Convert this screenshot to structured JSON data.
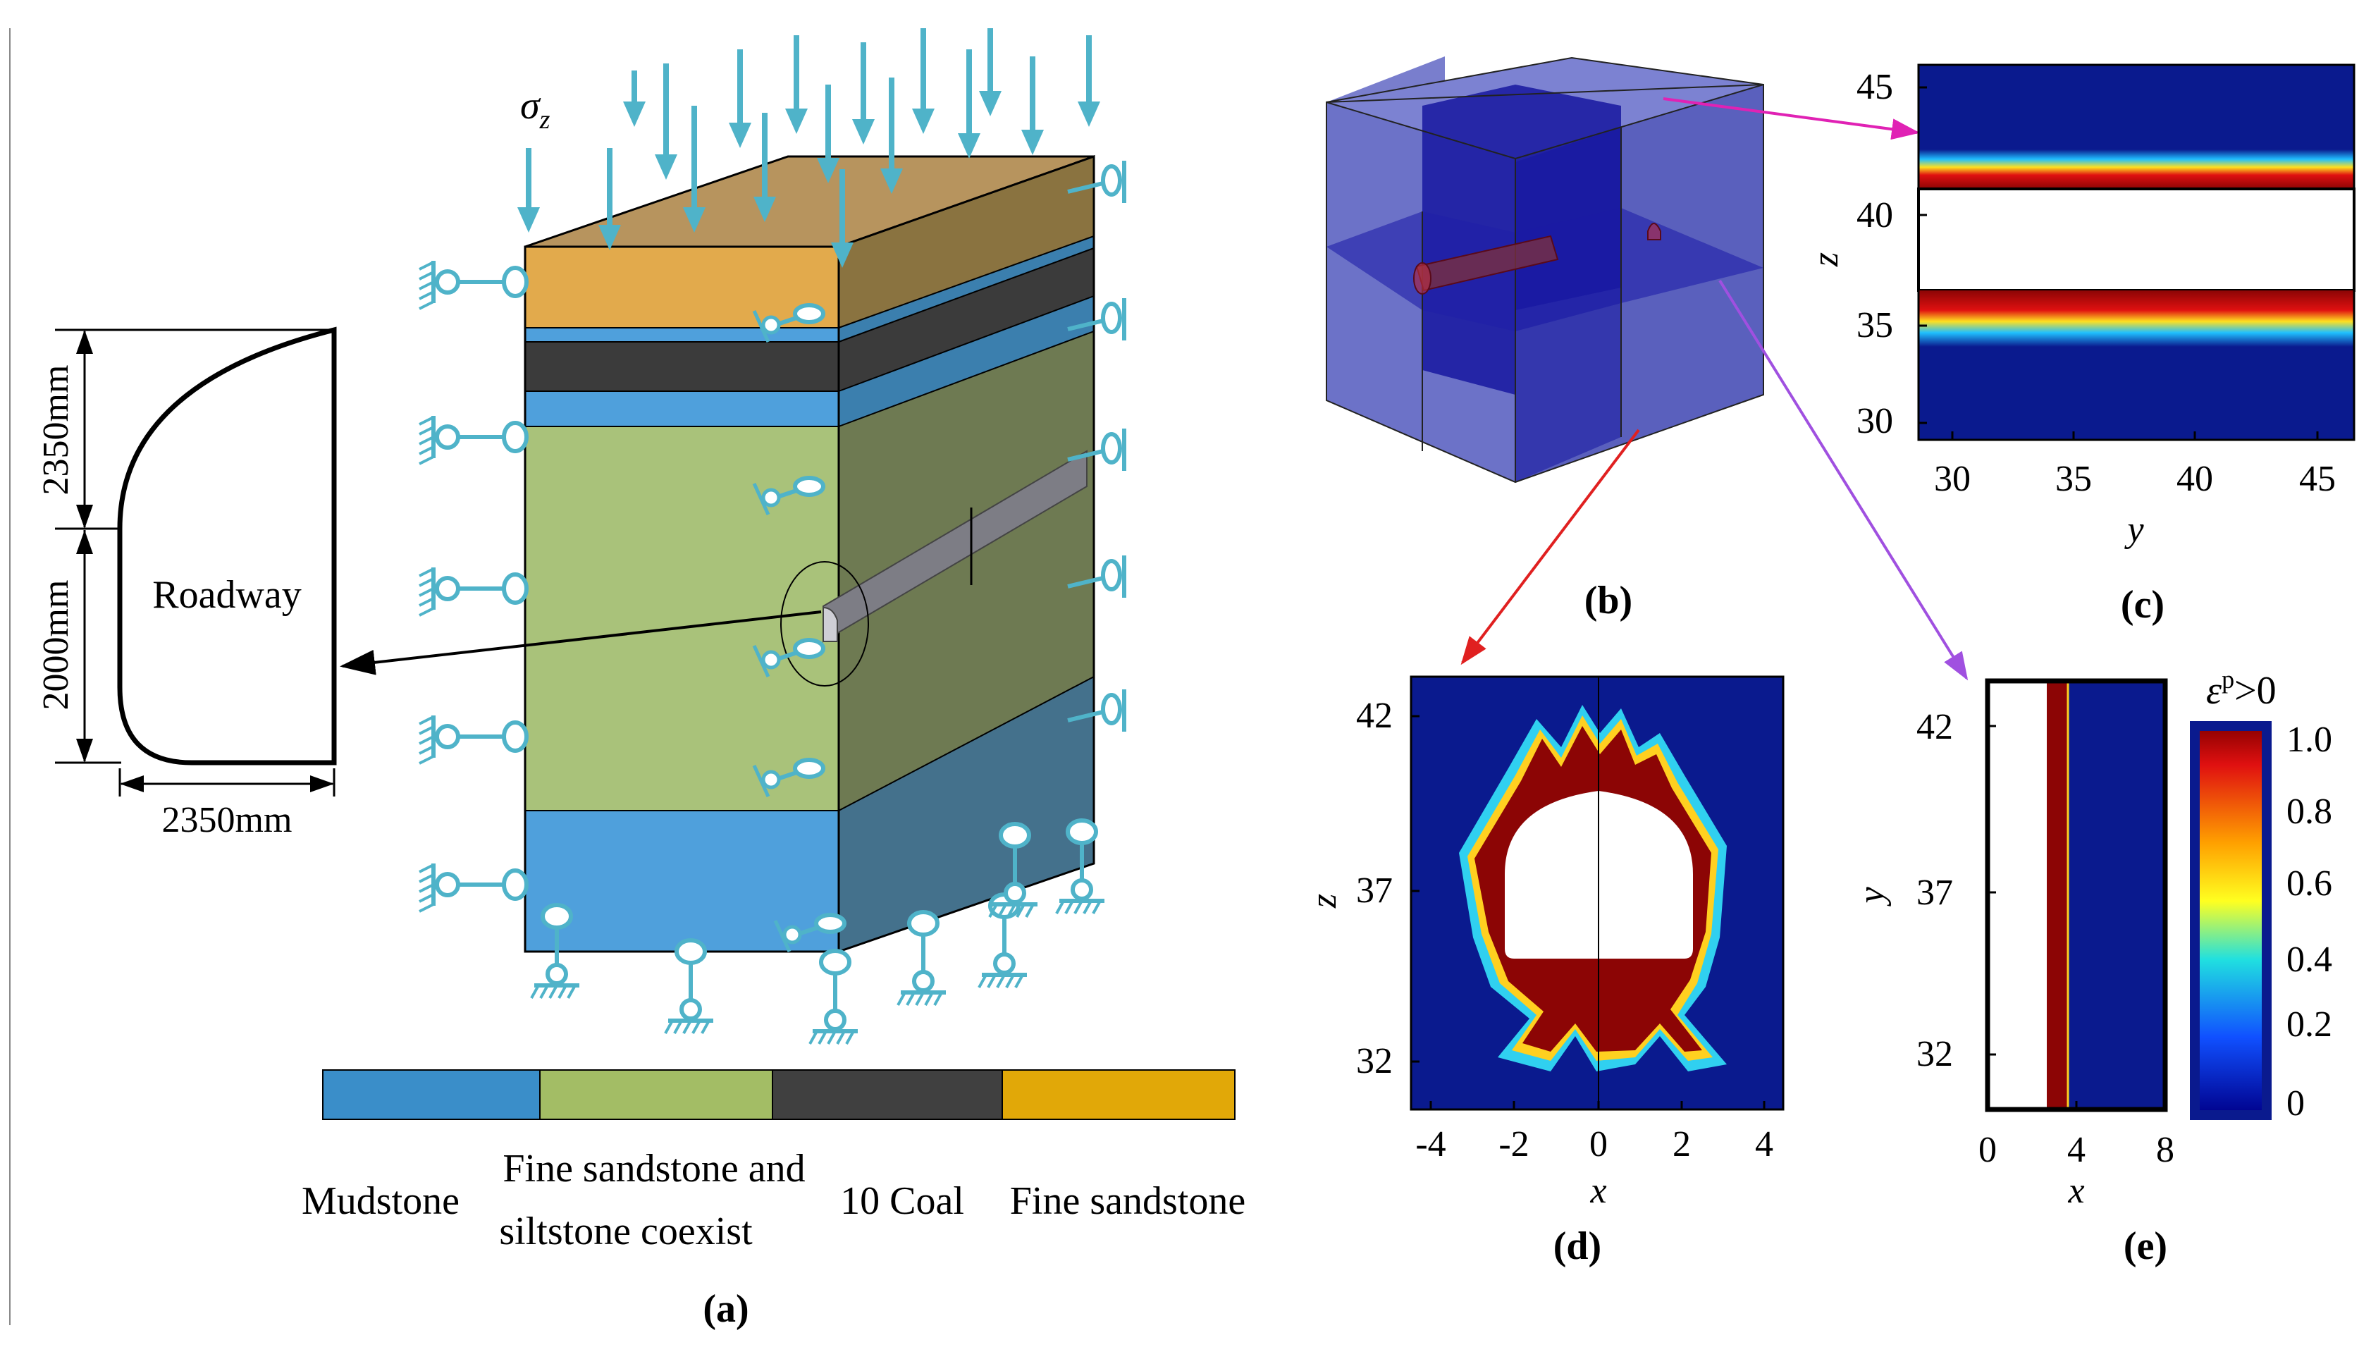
{
  "panel_a": {
    "sigma_label": "σ",
    "sigma_sub": "z",
    "roadway_label": "Roadway",
    "dim_upper": "2350mm",
    "dim_lower": "2000mm",
    "dim_width": "2350mm",
    "caption": "(a)",
    "legend": [
      {
        "label": "Mudstone",
        "color": "#3a8ec9"
      },
      {
        "label": "Fine sandstone and siltstone coexist",
        "color": "#a3bd65",
        "line1": "Fine sandstone and",
        "line2": "siltstone coexist"
      },
      {
        "label": "10 Coal",
        "color": "#404040"
      },
      {
        "label": "Fine sandstone",
        "color": "#e1a808"
      }
    ],
    "layer_colors": {
      "top_sandstone": "#e2aa4c",
      "mudstone": "#4fa0dc",
      "coal": "#3b3b3b",
      "coexist": "#a9c27a",
      "support": "#4fb3c9"
    }
  },
  "panel_b": {
    "caption": "(b)"
  },
  "panel_c": {
    "caption": "(c)",
    "xlabel": "y",
    "ylabel": "z",
    "xticks": [
      "30",
      "35",
      "40",
      "45"
    ],
    "yticks": [
      "45",
      "40",
      "35",
      "30"
    ]
  },
  "panel_d": {
    "caption": "(d)",
    "xlabel": "x",
    "ylabel": "z",
    "xticks": [
      "-4",
      "-2",
      "0",
      "2",
      "4"
    ],
    "yticks": [
      "42",
      "37",
      "32"
    ]
  },
  "panel_e": {
    "caption": "(e)",
    "xlabel": "x",
    "ylabel": "y",
    "xticks": [
      "0",
      "4",
      "8"
    ],
    "yticks": [
      "42",
      "37",
      "32"
    ]
  },
  "colorbar": {
    "label_main": "ε",
    "label_sup": "p",
    "label_rest": ">0",
    "ticks": [
      "1.0",
      "0.8",
      "0.6",
      "0.4",
      "0.2",
      "0"
    ]
  },
  "colors": {
    "field": "#0a1a8e",
    "yielded": "#8c0505",
    "arrow_magenta": "#e022b4",
    "arrow_red": "#e02020",
    "arrow_purple": "#a050e0"
  }
}
